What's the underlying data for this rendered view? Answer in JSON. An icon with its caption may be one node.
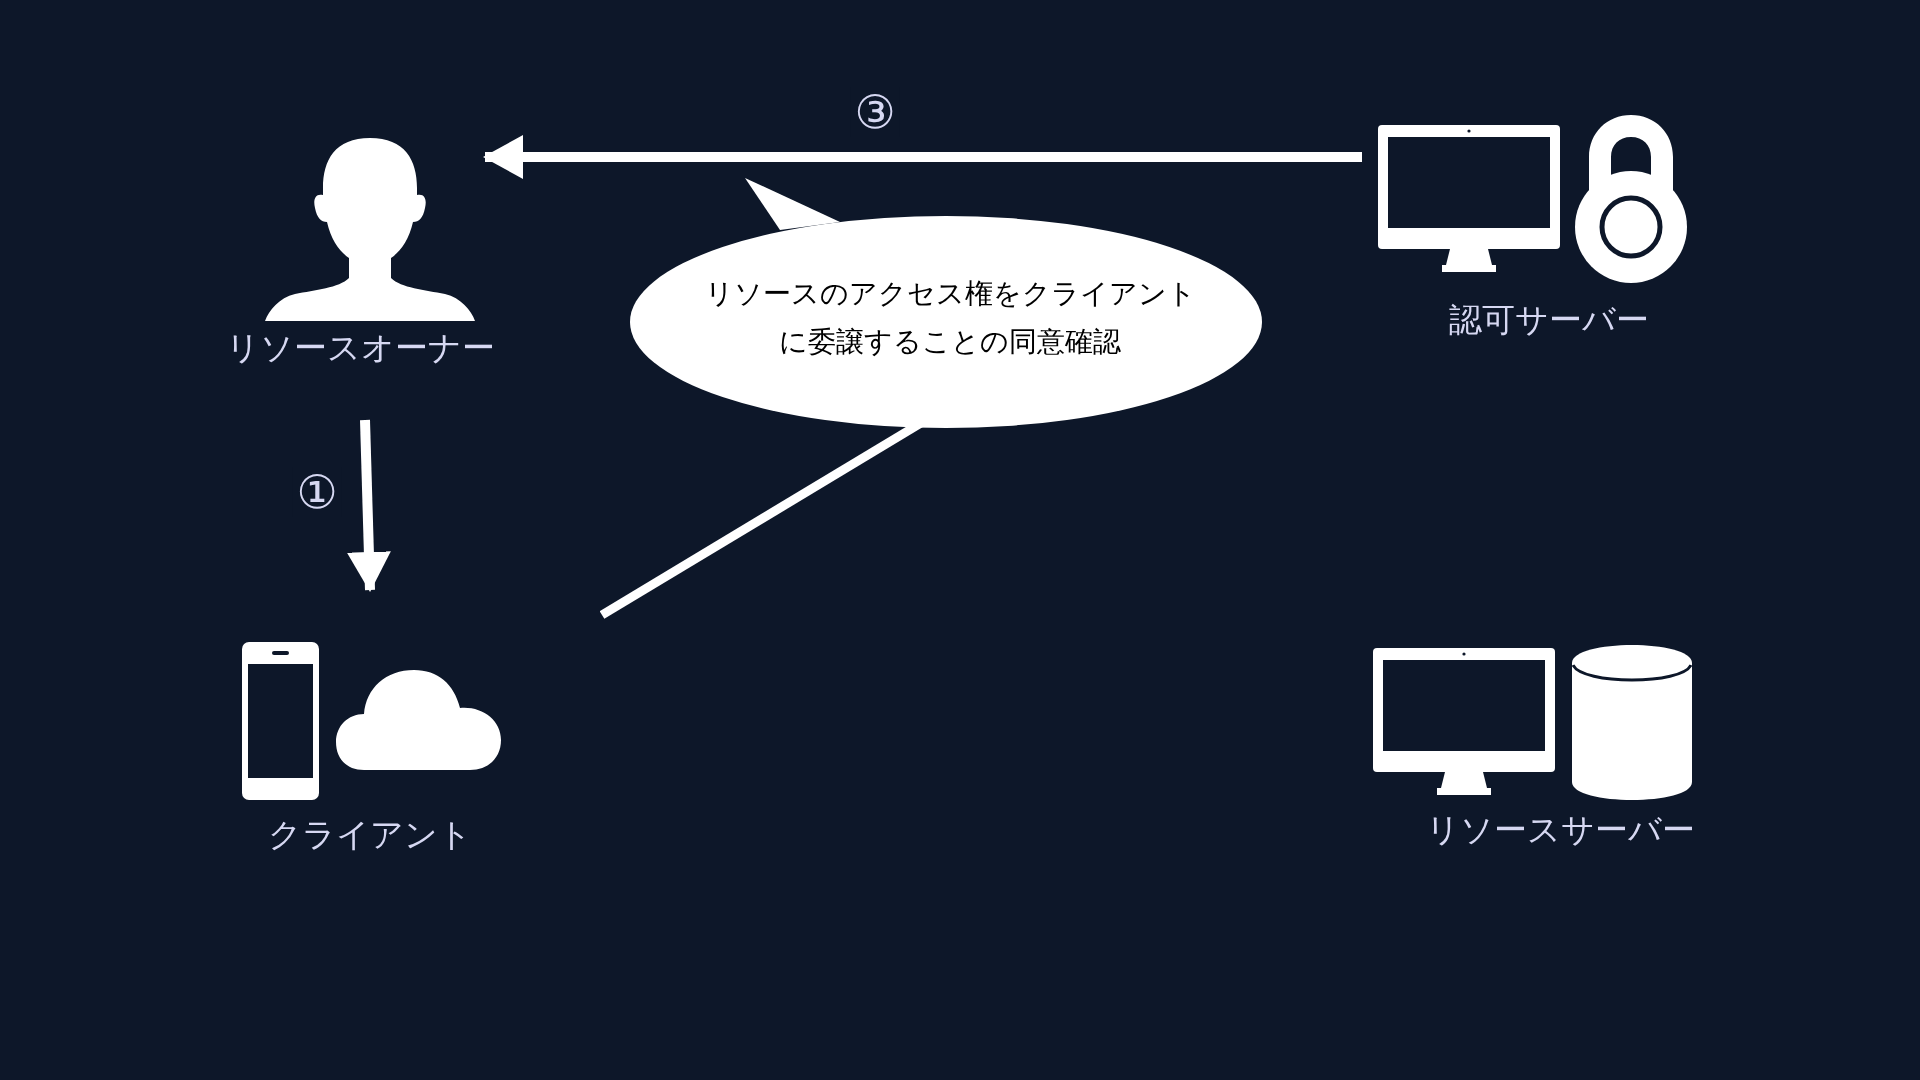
{
  "diagram": {
    "nodes": [
      {
        "text": [
          "リソースオーナー"
        ]
      },
      {
        "text": [
          "クライアント"
        ]
      },
      {
        "text": [
          "認可サーバー"
        ]
      },
      {
        "text": [
          "リソースサーバー"
        ]
      },
      {
        "text": [
          "リソースのアクセス権をクライアントに委譲することの同意確認"
        ]
      }
    ],
    "edges": [
      {
        "from": 0,
        "to": 1,
        "arrow": "to",
        "label": "①"
      },
      {
        "from": 2,
        "to": 0,
        "arrow": "to",
        "label": "③"
      }
    ]
  }
}
